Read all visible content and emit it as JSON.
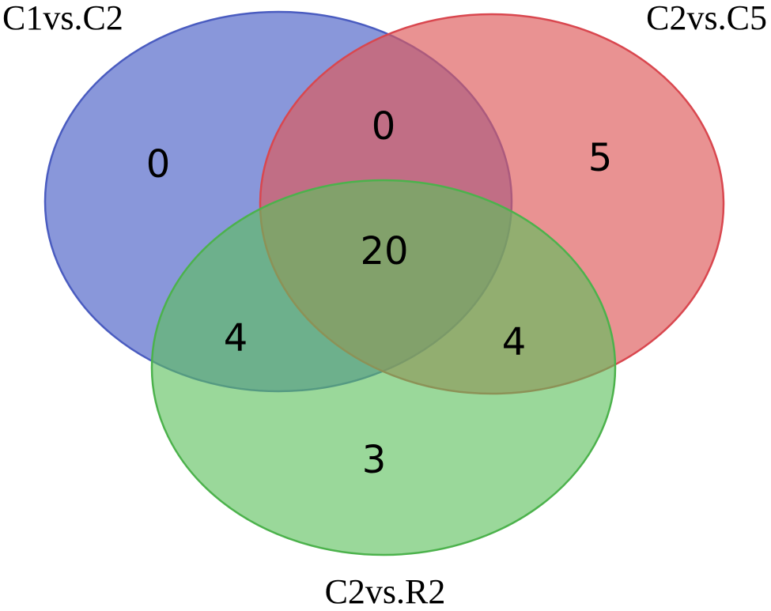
{
  "sets": [
    {
      "name": "C1vs.C2",
      "fill": "#5b6fcc",
      "stroke": "#4a5cc0"
    },
    {
      "name": "C2vs.C5",
      "fill": "#de5a5a",
      "stroke": "#d9474f"
    },
    {
      "name": "C2vs.R2",
      "fill": "#5cc05c",
      "stroke": "#4cb24c"
    }
  ],
  "regions": {
    "only_c1c2": "0",
    "c1c2_and_c2c5": "0",
    "only_c2c5": "5",
    "all_three": "20",
    "c1c2_and_c2r2": "4",
    "c2c5_and_c2r2": "4",
    "only_c2r2": "3"
  }
}
